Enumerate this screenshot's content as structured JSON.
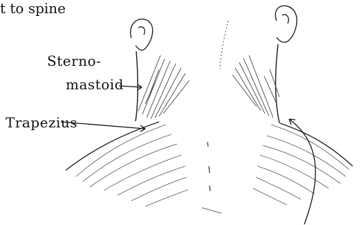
{
  "labels": {
    "top_fragment": "t to spine",
    "sternomastoid_line1": "Sterno-",
    "sternomastoid_line2": "mastoid",
    "trapezius": "Trapezius"
  },
  "colors": {
    "ink": "#111111",
    "hatch": "#444444",
    "background": "#ffffff"
  }
}
